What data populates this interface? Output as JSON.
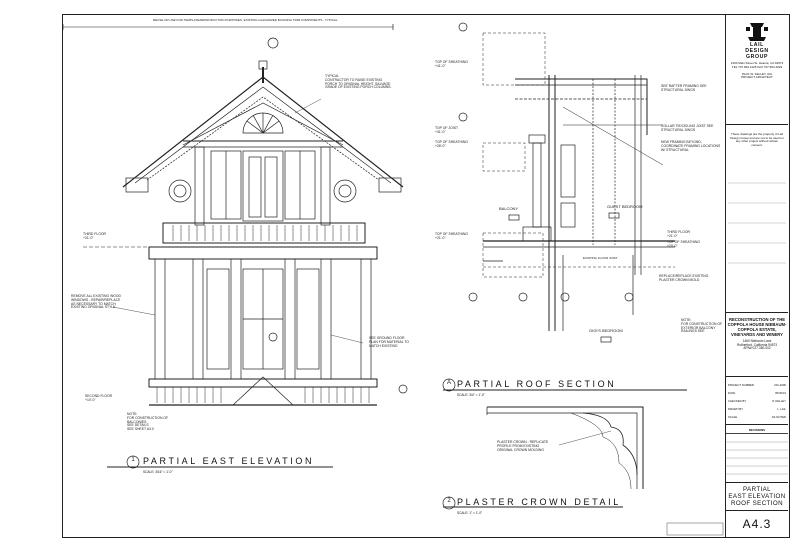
{
  "top_note": "REUSE OR USE FOR TEMPLATE/REPRODUCTION PURPOSES, EXISTING GALVANIZED BUILDING TRIM COMPONENTS - TYPICAL",
  "elevation": {
    "title": "PARTIAL EAST ELEVATION",
    "number": "1",
    "scale": "SCALE: 3/16\" = 1'-0\"",
    "labels": {
      "typical_note": "TYPICAL\nCONTRACTOR TO RAISE EXISTING PORCH TO ORIGINAL HEIGHT. SALVAGE GRADE OF EXISTING PORCH COLUMNS.",
      "third_floor": "THIRD FLOOR\n+21'-0\"",
      "remove_existing": "REMOVE ALL EXISTING WOOD WINDOWS - REPAIR/REPLACE AS NECESSARY TO MATCH EXISTING ORIGINAL STYLE",
      "see_ground": "SEE GROUND FLOOR PLAN FOR MATERIAL TO MATCH EXISTING",
      "second_floor": "SECOND FLOOR\n+10'-0\"",
      "note_bottom": "NOTE:\nFOR CONSTRUCTION OF BALCONIES\nSEE DETAILS\nSEE SHEET A3.0"
    }
  },
  "roof_section": {
    "title": "PARTIAL ROOF SECTION",
    "letter": "A",
    "scale": "SCALE: 3/4\" = 1'-0\"",
    "labels": {
      "top_sheathing_1": "TOP OF SHEATHING\n+41'-0\"",
      "top_joist": "TOP OF JOIST\n+31'-0\"",
      "top_sheathing_2": "TOP OF SHEATHING\n+28'-0\"",
      "top_sheathing_3": "TOP OF SHEATHING\n+21'-0\"",
      "third_floor": "THIRD FLOOR\n+21'-0\"",
      "top_sheathing_4": "TOP OF SHEATHING\n+20'-0\"",
      "rafter_note": "SEE RAFTER FRAMING SEE STRUCTURAL DWGS",
      "collar_note": "COLLAR TIE/CEILING JOIST SEE STRUCTURAL DWGS",
      "framing_note": "NEW FRAMING BEYOND, COORDINATE FRAMING LOCATIONS W/ STRUCTURAL",
      "balcony": "BALCONY",
      "guest_bedroom": "GUEST BEDROOM",
      "existing_floor_joist": "EXISTING FLOOR JOIST",
      "replace_note": "REPLACE/REPLACE EXISTING PLASTER CROWN MOLD",
      "gigis_bedroom": "GIGI'S BEDROOM",
      "note_construction": "NOTE:\nFOR CONSTRUCTION OF EXTERIOR BALCONY RAILINGS SEE"
    }
  },
  "crown_detail": {
    "title": "PLASTER CROWN DETAIL",
    "number": "2",
    "scale": "SCALE: 1\" = 1'-0\"",
    "note": "PLASTER CROWN - REPLICATE PROFILE FROM EXISTING ORIGINAL CROWN MOLDING"
  },
  "title_block": {
    "firm_line1": "LAIL",
    "firm_line2": "DESIGN",
    "firm_line3": "GROUP",
    "firm_address": "1330 Main Street St. Helena, CA 94574\nTEL 707.963.1325   FAX 707.963.4029",
    "architect": "PAUL W. KELLEY, AIA\nPROJECT ARCHITECT",
    "disclaimer": "These drawings are the property of Lail Design Group and are not to be used on any other project without written consent.",
    "project_name": "RECONSTRUCTION OF THE COPPOLA HOUSE NIEBAUM-COPPOLA ESTATE, VINEYARDS AND WINERY",
    "project_address": "1460 Niebaum Lane\nRutherford, California 94573\nAPN# 027-350-002",
    "info_rows": [
      {
        "label": "PROJECT NUMBER",
        "value": "201-2000"
      },
      {
        "label": "DATE",
        "value": "05/30/01"
      },
      {
        "label": "CHECKED BY",
        "value": "P. KELLEY"
      },
      {
        "label": "DRAWN BY",
        "value": "L. LAIL"
      },
      {
        "label": "SCALE",
        "value": "AS NOTED"
      }
    ],
    "revisions_header": "REVISIONS",
    "sheet_title": "PARTIAL\nEAST ELEVATION\nROOF SECTION",
    "sheet_number": "A4.3"
  }
}
